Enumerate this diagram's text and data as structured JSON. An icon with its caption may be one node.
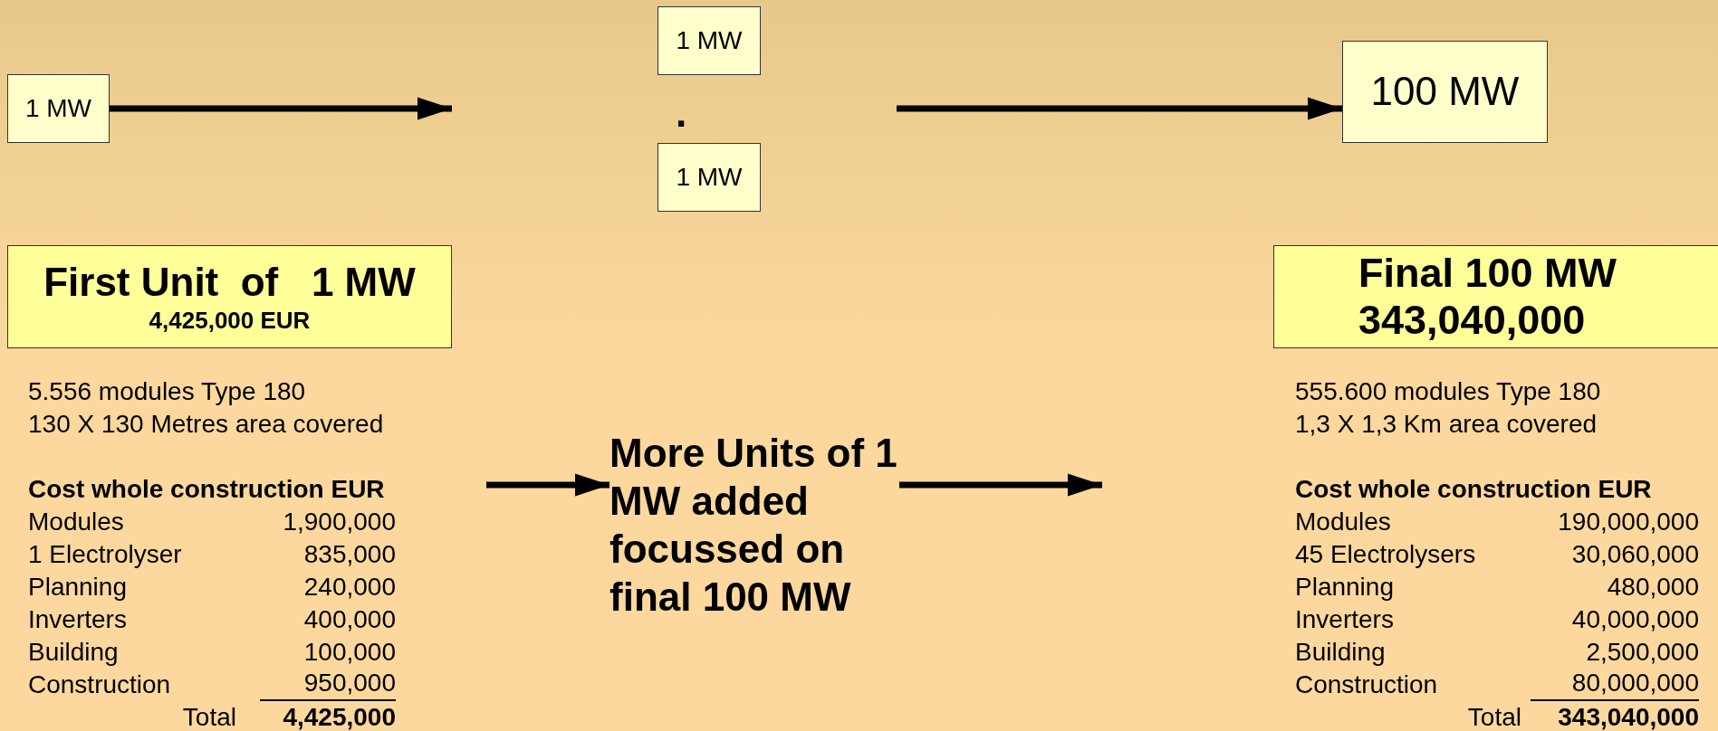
{
  "diagram": {
    "nodes": [
      {
        "text": [
          "1 MW"
        ]
      },
      {
        "text": [
          "1 MW"
        ]
      },
      {
        "text": [
          "1 MW"
        ]
      },
      {
        "text": [
          "100 MW"
        ]
      },
      {
        "text": [
          "First Unit  of   1 MW",
          "4,425,000 EUR"
        ]
      },
      {
        "text": [
          "More Units of 1 MW added focussed on final 100 MW"
        ]
      },
      {
        "text": [
          "Final 100 MW",
          "343,040,000"
        ]
      }
    ],
    "edges": [
      {
        "from": 0,
        "to": null,
        "arrow": "to"
      },
      {
        "from": null,
        "to": 3,
        "arrow": "to"
      },
      {
        "from": null,
        "to": 5,
        "arrow": "to"
      },
      {
        "from": 5,
        "to": null,
        "arrow": "to"
      }
    ],
    "labels": [
      ".",
      "5.556 modules Type 180",
      "130 X 130 Metres area covered",
      "Cost whole construction EUR",
      "Modules",
      "1,900,000",
      "1 Electrolyser",
      "835,000",
      "Planning",
      "240,000",
      "Inverters",
      "400,000",
      "Building",
      "100,000",
      "Construction",
      "950,000",
      "Total",
      "4,425,000",
      "555.600 modules Type 180",
      "1,3 X 1,3 Km area covered",
      "Cost whole construction EUR",
      "Modules",
      "190,000,000",
      "45 Electrolysers",
      "30,060,000",
      "Planning",
      "480,000",
      "Inverters",
      "40,000,000",
      "Building",
      "2,500,000",
      "Construction",
      "80,000,000",
      "Total",
      "343,040,000"
    ]
  }
}
